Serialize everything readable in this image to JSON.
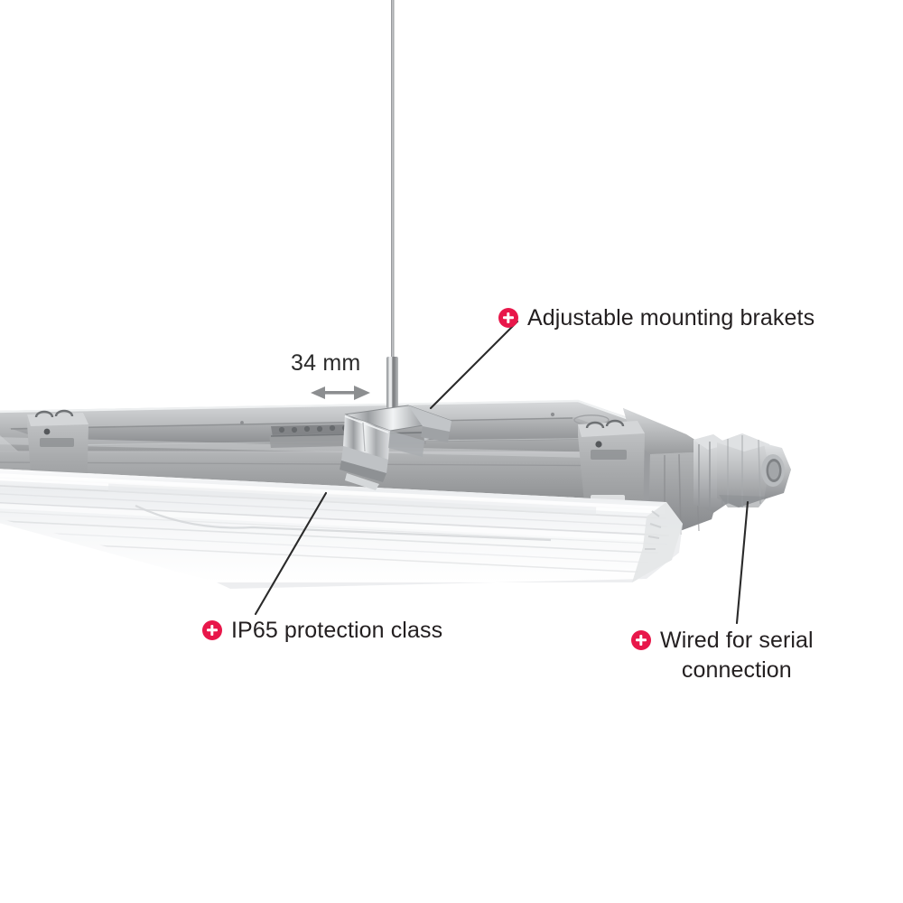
{
  "image": {
    "subject": "IP65 LED tri-proof batten luminaire suspended on steel wire",
    "background_color": "#ffffff"
  },
  "theme": {
    "accent_color": "#e8174a",
    "badge_glyph_color": "#ffffff",
    "text_color": "#231f20",
    "leader_line_color": "#2a2a2a",
    "housing_gray": "#a9abad",
    "housing_gray_light": "#c9cbcd",
    "diffuser_white": "#f2f3f4",
    "metal_chrome": "#cfd2d5"
  },
  "dimension": {
    "label": "34 mm",
    "icon": "double-arrow-horizontal-icon"
  },
  "callouts": [
    {
      "id": "mounting-brackets",
      "icon": "plus-badge-icon",
      "text": "Adjustable mounting brakets",
      "align": "left"
    },
    {
      "id": "ip65",
      "icon": "plus-badge-icon",
      "text": "IP65 protection class",
      "align": "left"
    },
    {
      "id": "serial-connection",
      "icon": "plus-badge-icon",
      "text": "Wired for serial\nconnection",
      "align": "center"
    }
  ],
  "parts": {
    "suspension_cable": "suspension-cable",
    "bracket": "mounting-bracket",
    "housing": "luminaire-housing",
    "diffuser": "diffuser-cover",
    "cable_gland": "cable-gland",
    "end_cap": "end-cap",
    "clip": "housing-clip"
  }
}
